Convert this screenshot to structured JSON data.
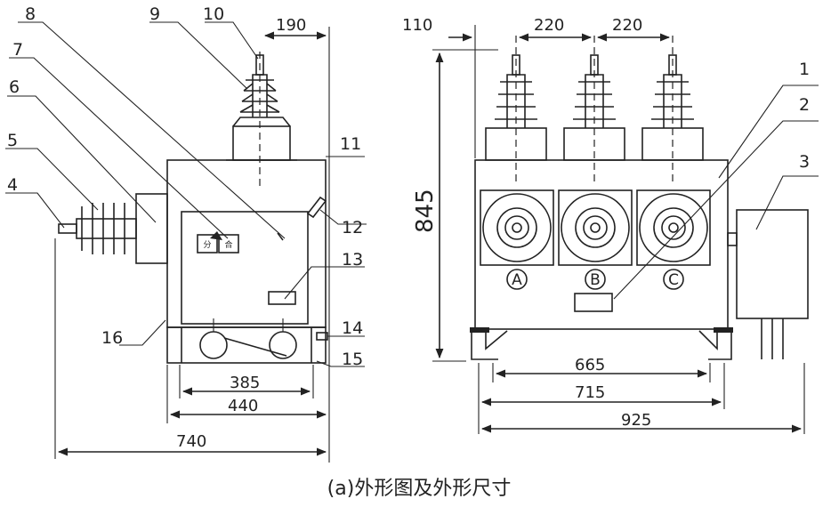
{
  "callouts": {
    "n1": "1",
    "n2": "2",
    "n3": "3",
    "n4": "4",
    "n5": "5",
    "n6": "6",
    "n7": "7",
    "n8": "8",
    "n9": "9",
    "n10": "10",
    "n11": "11",
    "n12": "12",
    "n13": "13",
    "n14": "14",
    "n15": "15",
    "n16": "16"
  },
  "dimensions": {
    "d190": "190",
    "d110": "110",
    "d220a": "220",
    "d220b": "220",
    "d845": "845",
    "d385": "385",
    "d440": "440",
    "d740": "740",
    "d665": "665",
    "d715": "715",
    "d925": "925"
  },
  "phases": {
    "a": "A",
    "b": "B",
    "c": "C"
  },
  "indicator": {
    "open": "分",
    "close": "合"
  },
  "caption": "(a)外形图及外形尺寸"
}
